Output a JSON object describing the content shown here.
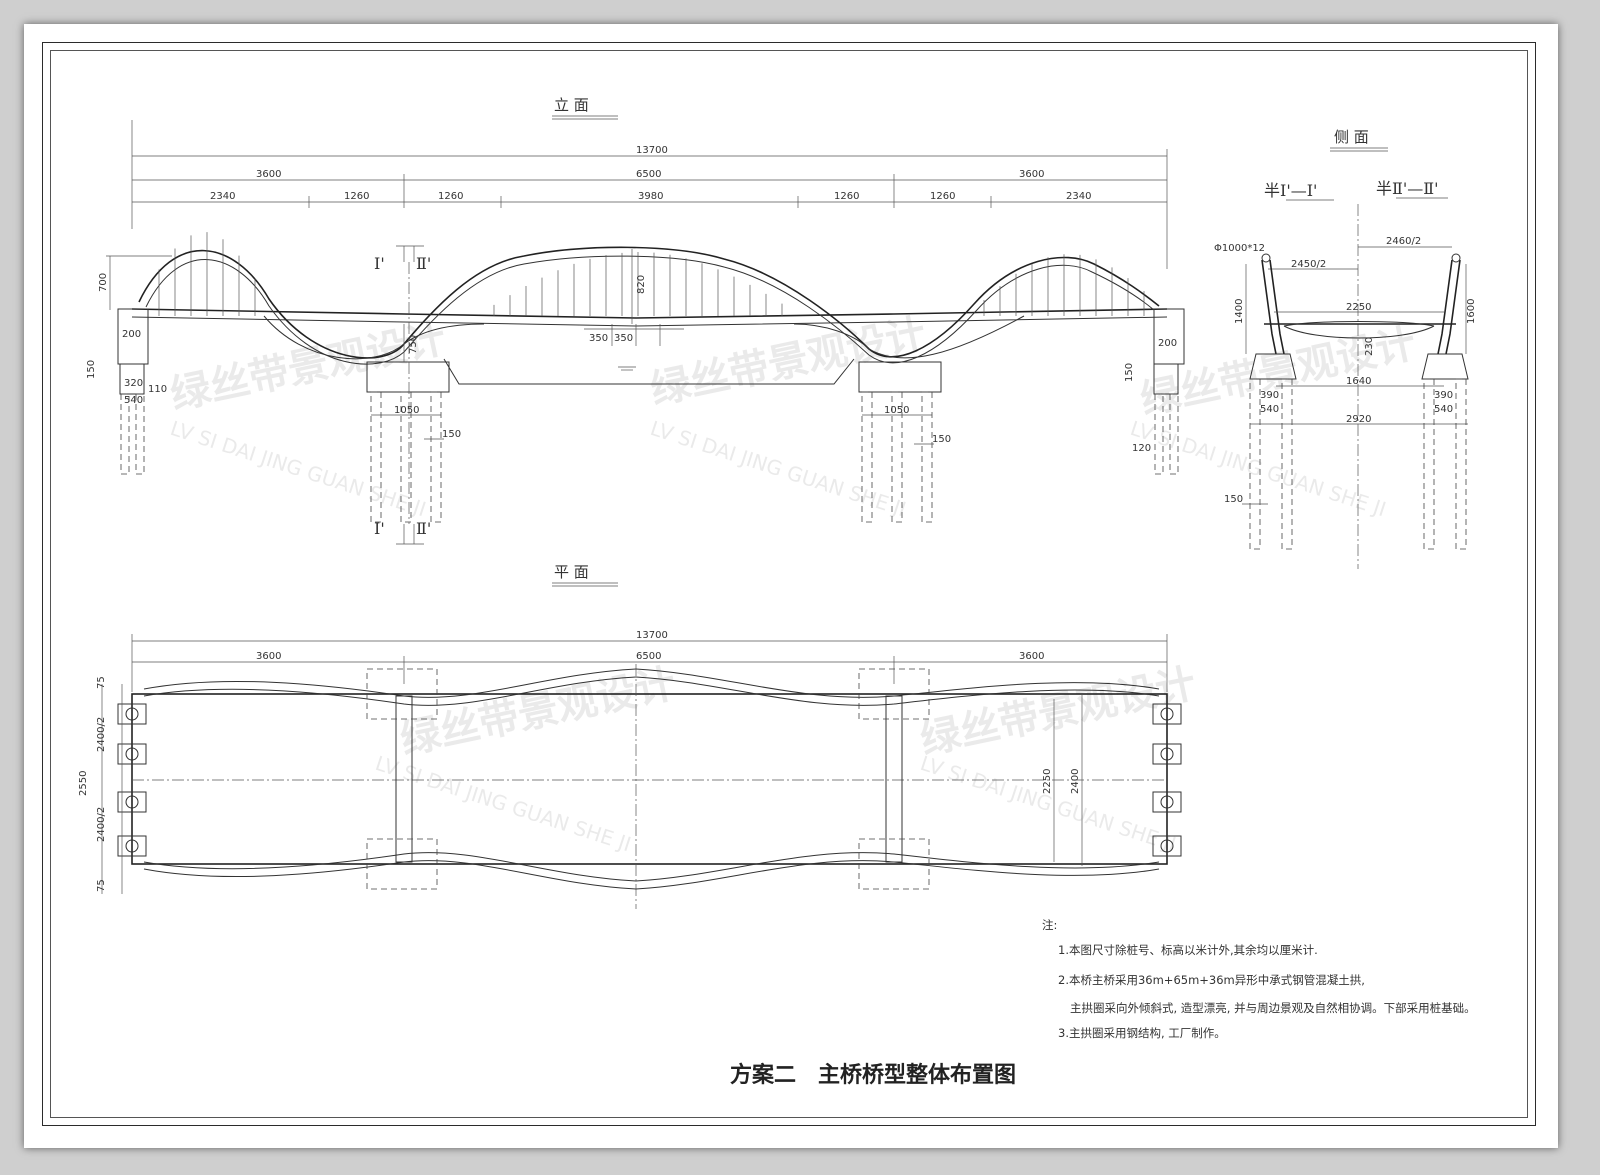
{
  "titles": {
    "elevation": "立 面",
    "side": "侧 面",
    "plan": "平 面",
    "half_1": "半Ⅰ'—Ⅰ'",
    "half_2": "半Ⅱ'—Ⅱ'",
    "section_mark_1": "Ⅰ'",
    "section_mark_2": "Ⅱ'",
    "main_title": "方案二　主桥桥型整体布置图"
  },
  "elevation_dims": {
    "total": "13700",
    "spans": [
      "3600",
      "6500",
      "3600"
    ],
    "sub_spans": [
      "2340",
      "1260",
      "1260",
      "3980",
      "1260",
      "1260",
      "2340"
    ],
    "rise_left": "700",
    "rise_mid": "820",
    "mid_offsets": [
      "350",
      "350"
    ],
    "pier_h": "750",
    "abut_200_l": "200",
    "abut_150_l": "150",
    "abut_320": "320",
    "abut_110": "110",
    "abut_540": "540",
    "pier_1050_l": "1050",
    "pier_150_l": "150",
    "pier_1050_r": "1050",
    "pier_150_r": "150",
    "abut_200_r": "200",
    "abut_150_r": "150",
    "abut_120": "120"
  },
  "side_dims": {
    "pipe": "Φ1000*12",
    "half_2450": "2450/2",
    "half_2460": "2460/2",
    "w2250": "2250",
    "h1400": "1400",
    "h1600": "1600",
    "h230": "230",
    "w1640": "1640",
    "w390_l": "390",
    "w390_r": "390",
    "w540_l": "540",
    "w540_r": "540",
    "w2920": "2920",
    "d150": "150"
  },
  "plan_dims": {
    "total": "13700",
    "spans": [
      "3600",
      "6500",
      "3600"
    ],
    "top_75": "75",
    "half_2400_a": "2400/2",
    "w2550": "2550",
    "half_2400_b": "2400/2",
    "bot_75": "75",
    "w2250": "2250",
    "w2400": "2400"
  },
  "notes": {
    "label": "注:",
    "n1": "1.本图尺寸除桩号、标高以米计外,其余均以厘米计.",
    "n2a": "2.本桥主桥采用36m+65m+36m异形中承式钢管混凝土拱,",
    "n2b": "主拱圈采向外倾斜式, 造型漂亮, 并与周边景观及自然相协调。下部采用桩基础。",
    "n3": "3.主拱圈采用钢结构, 工厂制作。"
  },
  "watermark": {
    "cn": "绿丝带景观设计",
    "en": "LV SI DAI JING GUAN SHE JI"
  }
}
